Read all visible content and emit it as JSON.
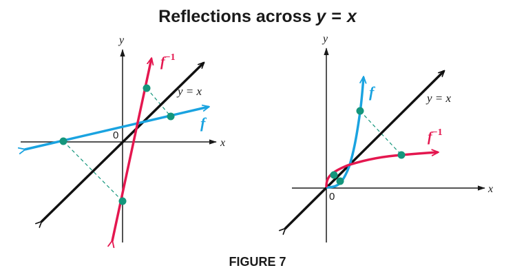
{
  "title": {
    "text": "Reflections across ",
    "y_var": "y",
    "equals": "=",
    "x_var": "x"
  },
  "caption": "FIGURE 7",
  "colors": {
    "f_curve": "#1aa3e0",
    "finv_curve": "#e4174f",
    "identity_line": "#111111",
    "points": "#14967c",
    "dashed": "#14967c",
    "axes": "#1a1a1a"
  },
  "left_panel": {
    "x_axis_label": "x",
    "y_axis_label": "y",
    "origin_label": "0",
    "identity_label": "y = x",
    "f_label": "f",
    "finv_label": "f",
    "finv_sup": "−1"
  },
  "right_panel": {
    "x_axis_label": "x",
    "y_axis_label": "y",
    "origin_label": "0",
    "identity_label": "y = x",
    "f_label": "f",
    "finv_label": "f",
    "finv_sup": "−1"
  }
}
